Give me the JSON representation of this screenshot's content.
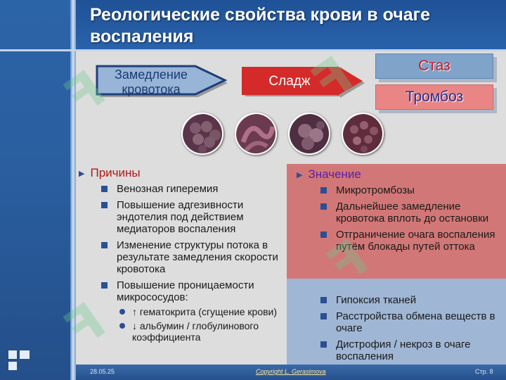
{
  "slide": {
    "title": "Реологические свойства крови в очаге воспаления",
    "date": "28.05.25",
    "copyright": "Copyright L. Gerasimova",
    "page": "Стр. 8"
  },
  "flow": {
    "step1": "Замедление кровотока",
    "step2": "Сладж",
    "outcome1": "Стаз",
    "outcome2": "Тромбоз"
  },
  "causes": {
    "heading": "Причины",
    "items": [
      "Венозная гиперемия",
      "Повышение адгезивности эндотелия под действием медиаторов воспаления",
      "Изменение структуры потока в результате замедления скорости кровотока",
      "Повышение проницаемости микрососудов:"
    ],
    "subitems": [
      "↑ гематокрита (сгущение крови)",
      "↓ альбумин / глобулинового коэффициента"
    ]
  },
  "significance": {
    "heading": "Значение",
    "items_top": [
      "Микротромбозы",
      "Дальнейшее замедление кровотока вплоть до остановки",
      "Отграничение очага воспаления путём блокады путей оттока"
    ],
    "items_bottom": [
      "Гипоксия тканей",
      "Расстройства обмена веществ в очаге",
      "Дистрофия / некроз в очаге воспаления"
    ]
  },
  "colors": {
    "header_blue": "#1f5196",
    "sludge_red": "#d42a2a",
    "causes_heading": "#b01818",
    "significance_heading": "#5b1ea0",
    "significance_top_bg": "#d27777",
    "significance_bottom_bg": "#9fb6d5"
  },
  "icons": {
    "section_bullet": "triangle-bullet-icon",
    "list_bullet": "square-bullet-icon",
    "sub_bullet": "round-bullet-icon"
  }
}
